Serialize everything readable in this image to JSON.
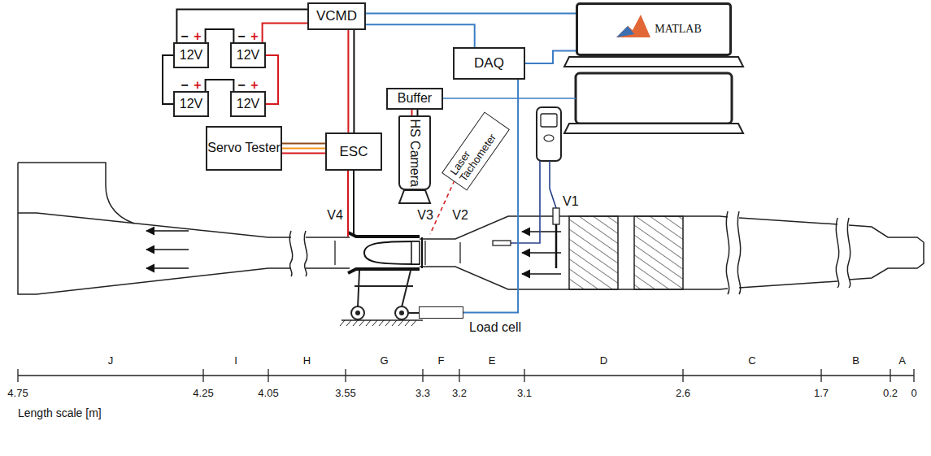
{
  "diagram": {
    "nodes": [
      {
        "text": [
          "VCMD"
        ]
      },
      {
        "text": [
          "12V"
        ]
      },
      {
        "text": [
          "12V"
        ]
      },
      {
        "text": [
          "12V"
        ]
      },
      {
        "text": [
          "12V"
        ]
      },
      {
        "text": [
          "DAQ"
        ]
      },
      {
        "text": [
          "MATLAB"
        ]
      },
      {
        "text": [
          "Buffer"
        ]
      },
      {
        "text": [
          "Servo Tester"
        ]
      },
      {
        "text": [
          "ESC"
        ]
      },
      {
        "text": [
          "HS Camera"
        ]
      },
      {
        "text": [
          "Laser Tachometer"
        ]
      },
      {
        "text": [
          "Load cell"
        ]
      }
    ],
    "edges": [
      {
        "from": 0,
        "to": 1,
        "arrow": "none"
      },
      {
        "from": 1,
        "to": 2,
        "arrow": "none"
      },
      {
        "from": 3,
        "to": 4,
        "arrow": "none"
      },
      {
        "from": 1,
        "to": 3,
        "arrow": "none"
      },
      {
        "from": 2,
        "to": 4,
        "arrow": "none"
      },
      {
        "from": 2,
        "to": 0,
        "arrow": "none"
      },
      {
        "from": 0,
        "to": 9,
        "arrow": "none"
      },
      {
        "from": 8,
        "to": 9,
        "arrow": "none"
      },
      {
        "from": 0,
        "to": 5,
        "arrow": "none"
      },
      {
        "from": 0,
        "to": 6,
        "arrow": "none"
      },
      {
        "from": 5,
        "to": 6,
        "arrow": "none"
      },
      {
        "from": 7,
        "to": 10,
        "arrow": "none"
      },
      {
        "from": 5,
        "to": 12,
        "arrow": "none"
      }
    ],
    "labels": [
      "−",
      "+",
      "−",
      "+",
      "−",
      "+",
      "−",
      "+",
      "V4",
      "V3",
      "V2",
      "V1",
      "J",
      "I",
      "H",
      "G",
      "F",
      "E",
      "D",
      "C",
      "B",
      "A",
      "4.75",
      "4.25",
      "4.05",
      "3.55",
      "3.3",
      "3.2",
      "3.1",
      "2.6",
      "1.7",
      "0.2",
      "0",
      "Length scale [m]"
    ]
  }
}
